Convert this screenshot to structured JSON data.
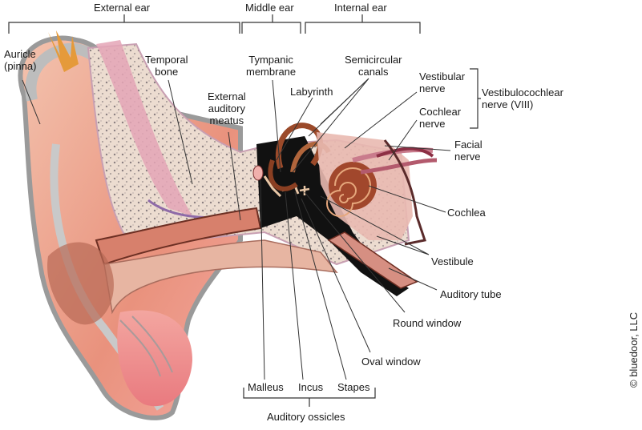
{
  "diagram": {
    "brackets": {
      "external_ear": "External ear",
      "middle_ear": "Middle ear",
      "internal_ear": "Internal ear",
      "auditory_ossicles": "Auditory ossicles",
      "vestibulocochlear_nerve": "Vestibulocochlear\nnerve (VIII)"
    },
    "labels": {
      "auricle": "Auricle\n(pinna)",
      "temporal_bone": "Temporal\nbone",
      "external_auditory_meatus": "External\nauditory\nmeatus",
      "tympanic_membrane": "Tympanic\nmembrane",
      "labyrinth": "Labyrinth",
      "semicircular_canals": "Semicircular\ncanals",
      "vestibular_nerve": "Vestibular\nnerve",
      "cochlear_nerve": "Cochlear\nnerve",
      "facial_nerve": "Facial\nnerve",
      "cochlea": "Cochlea",
      "vestibule": "Vestibule",
      "auditory_tube": "Auditory tube",
      "round_window": "Round window",
      "oval_window": "Oval window",
      "malleus": "Malleus",
      "incus": "Incus",
      "stapes": "Stapes"
    },
    "credit": "© bluedoor, LLC"
  },
  "colors": {
    "skin_light": "#f2b6a0",
    "skin_mid": "#e58b78",
    "skin_dark": "#b5604f",
    "bone": "#ead8cc",
    "cartilage_grey": "#a9a9a9",
    "canal_dark": "#111111",
    "cochlea_brown": "#9b4a2a",
    "nerve_pink": "#d79aa7",
    "purple": "#8e6aa8"
  }
}
